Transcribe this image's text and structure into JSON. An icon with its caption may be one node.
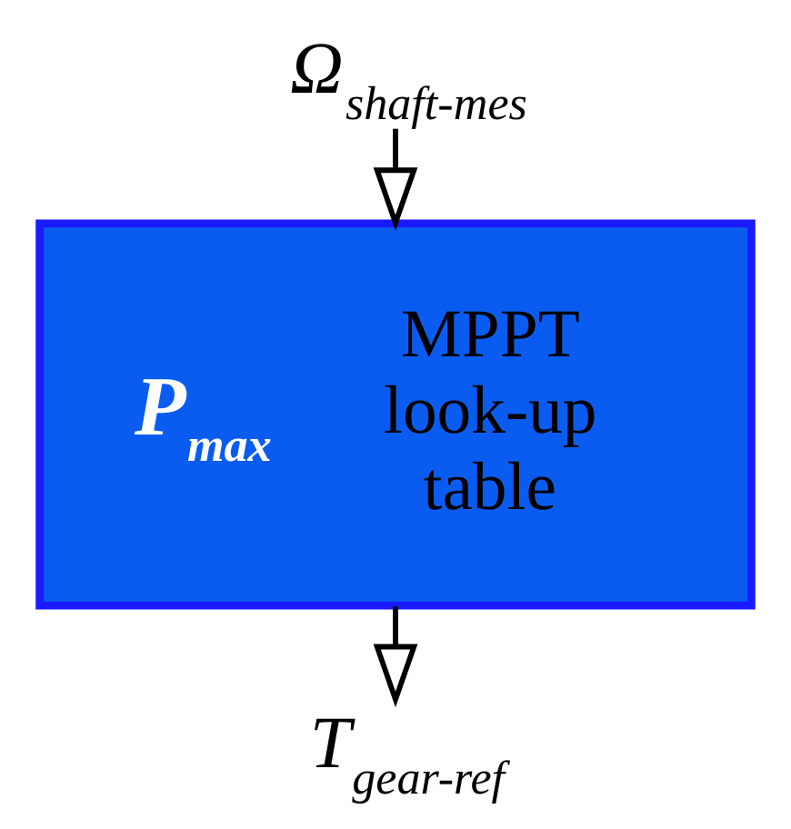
{
  "diagram": {
    "nodes": [
      {
        "text": [
          "Ω$_{shaft-mes}$"
        ]
      },
      {
        "text": [
          "P$_{max}$",
          "MPPT look-up table"
        ]
      },
      {
        "text": [
          "T$_{gear-ref}$"
        ]
      }
    ],
    "edges": [
      {
        "from": 0,
        "to": 1,
        "arrow": "to"
      },
      {
        "from": 1,
        "to": 2,
        "arrow": "to"
      }
    ]
  }
}
